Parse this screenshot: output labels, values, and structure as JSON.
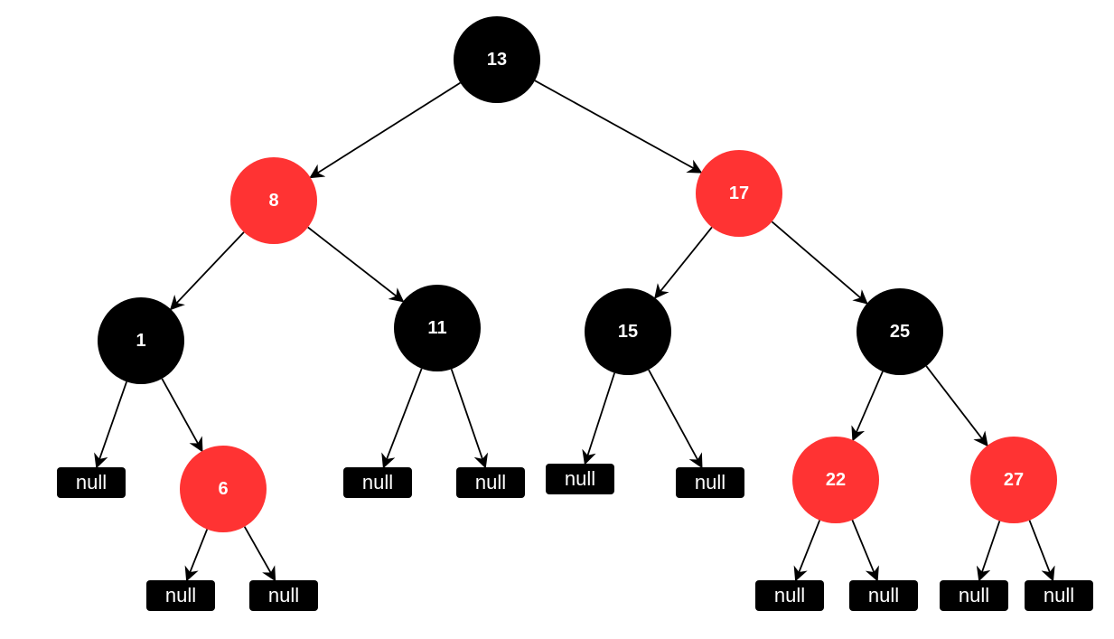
{
  "colors": {
    "black_node": "#000000",
    "red_node": "#ff3333",
    "edge": "#000000",
    "text": "#ffffff"
  },
  "tree": {
    "nodes": [
      {
        "id": "n13",
        "label": "13",
        "color": "black"
      },
      {
        "id": "n8",
        "label": "8",
        "color": "red"
      },
      {
        "id": "n17",
        "label": "17",
        "color": "red"
      },
      {
        "id": "n1",
        "label": "1",
        "color": "black"
      },
      {
        "id": "n11",
        "label": "11",
        "color": "black"
      },
      {
        "id": "n15",
        "label": "15",
        "color": "black"
      },
      {
        "id": "n25",
        "label": "25",
        "color": "black"
      },
      {
        "id": "n6",
        "label": "6",
        "color": "red"
      },
      {
        "id": "n22",
        "label": "22",
        "color": "red"
      },
      {
        "id": "n27",
        "label": "27",
        "color": "red"
      }
    ],
    "leaves": [
      {
        "id": "l1a",
        "label": "null"
      },
      {
        "id": "l6a",
        "label": "null"
      },
      {
        "id": "l6b",
        "label": "null"
      },
      {
        "id": "l11a",
        "label": "null"
      },
      {
        "id": "l11b",
        "label": "null"
      },
      {
        "id": "l15a",
        "label": "null"
      },
      {
        "id": "l15b",
        "label": "null"
      },
      {
        "id": "l22a",
        "label": "null"
      },
      {
        "id": "l22b",
        "label": "null"
      },
      {
        "id": "l27a",
        "label": "null"
      },
      {
        "id": "l27b",
        "label": "null"
      }
    ],
    "edges": [
      [
        "n13",
        "n8"
      ],
      [
        "n13",
        "n17"
      ],
      [
        "n8",
        "n1"
      ],
      [
        "n8",
        "n11"
      ],
      [
        "n17",
        "n15"
      ],
      [
        "n17",
        "n25"
      ],
      [
        "n1",
        "l1a"
      ],
      [
        "n1",
        "n6"
      ],
      [
        "n6",
        "l6a"
      ],
      [
        "n6",
        "l6b"
      ],
      [
        "n11",
        "l11a"
      ],
      [
        "n11",
        "l11b"
      ],
      [
        "n15",
        "l15a"
      ],
      [
        "n15",
        "l15b"
      ],
      [
        "n25",
        "n22"
      ],
      [
        "n25",
        "n27"
      ],
      [
        "n22",
        "l22a"
      ],
      [
        "n22",
        "l22b"
      ],
      [
        "n27",
        "l27a"
      ],
      [
        "n27",
        "l27b"
      ]
    ]
  }
}
